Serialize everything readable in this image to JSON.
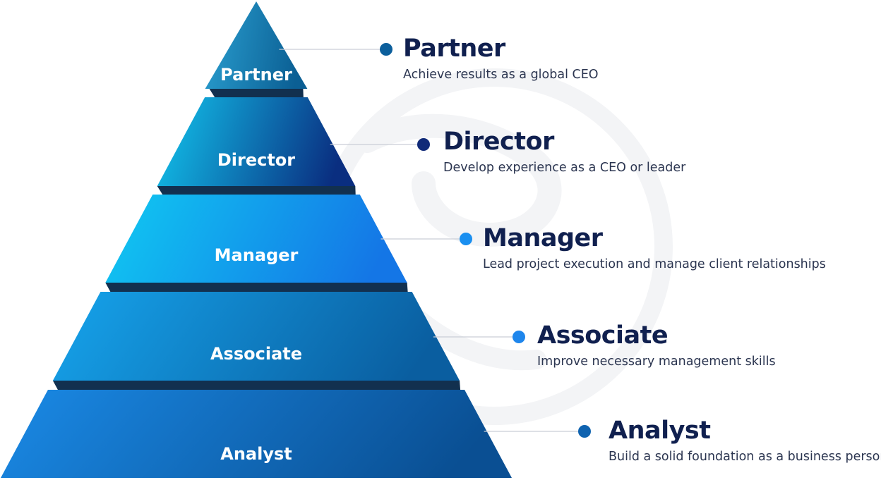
{
  "colors": {
    "title": "#10204f",
    "description": "#2b3550",
    "connector": "#c9ced6",
    "watermark": "#f3f4f6",
    "band_shadow": "#12304f"
  },
  "watermark_icon": "person-figure-icon",
  "tiers": [
    {
      "label": "Partner",
      "title": "Partner",
      "description": "Achieve results as a global CEO",
      "dot_color": "#0c5f9c",
      "gradient": [
        "#2a9fd0",
        "#0b5f94"
      ]
    },
    {
      "label": "Director",
      "title": "Director",
      "description": "Develop experience as a CEO or leader",
      "dot_color": "#102a78",
      "gradient": [
        "#12c6ee",
        "#0a2e80"
      ]
    },
    {
      "label": "Manager",
      "title": "Manager",
      "description": "Lead project execution and manage client relationships",
      "dot_color": "#1a8ff0",
      "gradient": [
        "#10caf2",
        "#1476e6"
      ]
    },
    {
      "label": "Associate",
      "title": "Associate",
      "description": "Improve necessary management skills",
      "dot_color": "#1e86ec",
      "gradient": [
        "#16a4ec",
        "#0a5ea0"
      ]
    },
    {
      "label": "Analyst",
      "title": "Analyst",
      "description": "Build a solid foundation as a business person",
      "dot_color": "#0f63b0",
      "gradient": [
        "#1a8ae6",
        "#0a4f93"
      ]
    }
  ]
}
